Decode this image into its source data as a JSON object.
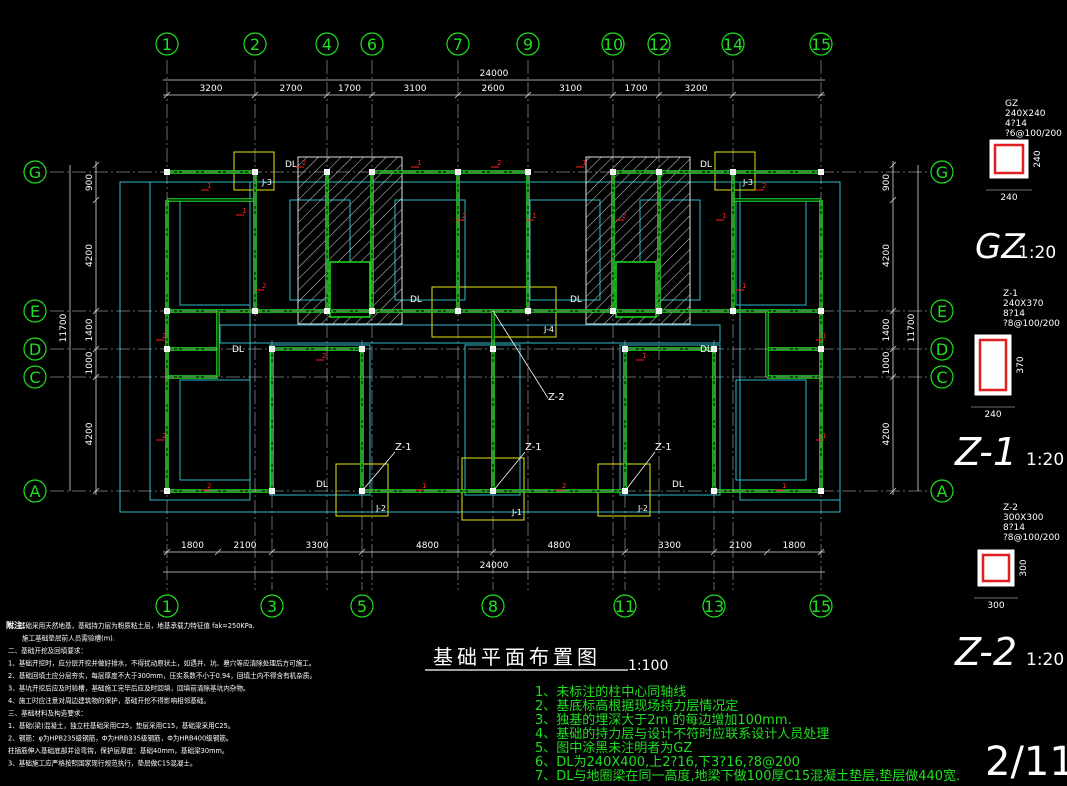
{
  "plan": {
    "top_axes": [
      "1",
      "2",
      "4",
      "6",
      "7",
      "9",
      "10",
      "12",
      "14",
      "15"
    ],
    "bottom_axes": [
      "1",
      "3",
      "5",
      "8",
      "11",
      "13",
      "15"
    ],
    "left_axes": [
      "G",
      "E",
      "D",
      "C",
      "A"
    ],
    "right_axes": [
      "G",
      "E",
      "D",
      "C",
      "A"
    ],
    "top_total": "24000",
    "top_dims": [
      "3200",
      "2700",
      "1700",
      "3100",
      "2600",
      "3100",
      "1700",
      "3200"
    ],
    "bottom_total": "24000",
    "bottom_dims": [
      "1800",
      "2100",
      "3300",
      "4800",
      "4800",
      "3300",
      "2100",
      "1800"
    ],
    "left_total": "11700",
    "left_dims": [
      "900",
      "4200",
      "1400",
      "1000",
      "4200"
    ],
    "right_total": "11700",
    "right_dims": [
      "900",
      "4200",
      "1400",
      "1000",
      "4200"
    ],
    "labels": {
      "dl": "DL",
      "j1": "J-1",
      "j2": "J-2",
      "j3": "J-3",
      "j4": "J-4",
      "z1": "Z-1",
      "z2": "Z-2",
      "s1": "1",
      "s2": "2"
    }
  },
  "title": {
    "main": "基础平面布置图",
    "scale": "1:100"
  },
  "page_number": "2/11",
  "columns": [
    {
      "name": "GZ",
      "spec": [
        "GZ",
        "240X240",
        "4?14",
        "?6@100/200"
      ],
      "width": "240",
      "height": "240",
      "scale": "1:20"
    },
    {
      "name": "Z-1",
      "spec": [
        "Z-1",
        "240X370",
        "8?14",
        "?8@100/200"
      ],
      "width": "240",
      "height": "370",
      "scale": "1:20"
    },
    {
      "name": "Z-2",
      "spec": [
        "Z-2",
        "300X300",
        "8?14",
        "?8@100/200"
      ],
      "width": "300",
      "height": "300",
      "scale": "1:20"
    }
  ],
  "green_notes": [
    "1、未标注的柱中心同轴线",
    "2、基底标高根据现场持力层情况定",
    "3、独基的埋深大于2m 的每边增加100mm.",
    "4、基础的持力层与设计不符时应联系设计人员处理",
    "5、图中涂黑未注明者为GZ",
    "6、DL为240X400,上2?16,下3?16,?8@200",
    "7、DL与地圈梁在同一高度,地梁下做100厚C15混凝土垫层,垫层做440宽."
  ],
  "left_notes": {
    "label": "附注：",
    "lines": [
      "1、基础采用天然地基，基础持力层为粉质粘土层，地基承载力特征值 fak=250KPa.",
      "施工基础垫层前人员需验槽(m).",
      "二、基础开挖及回填要求：",
      "1、基础开挖时，应分层开挖并做好排水，不得扰动原状土，如遇井、坑、墓穴等应清除处理后方可施工。",
      "2、基础回填土应分层夯实，每层厚度不大于300mm，压实系数不小于0.94，回填土内不得含有机杂质。",
      "3、基坑开挖后应及时验槽，基础施工完毕后应及时回填，回填前清除基坑内杂物。",
      "4、施工时应注意对周边建筑物的保护，基础开挖不得影响相邻基础。",
      "三、基础材料及构造要求：",
      "1、基础(梁)混凝土，独立柱基础采用C25，垫层采用C15，基础梁采用C25。",
      "2、钢筋：φ为HPB235级钢筋，Ф为HRB335级钢筋，Ф为HRB400级钢筋。",
      "柱插筋伸入基础底部并设弯钩，保护层厚度：基础40mm，基础梁30mm。",
      "3、基础施工应严格按照国家现行规范执行，垫层做C15混凝土。"
    ]
  }
}
